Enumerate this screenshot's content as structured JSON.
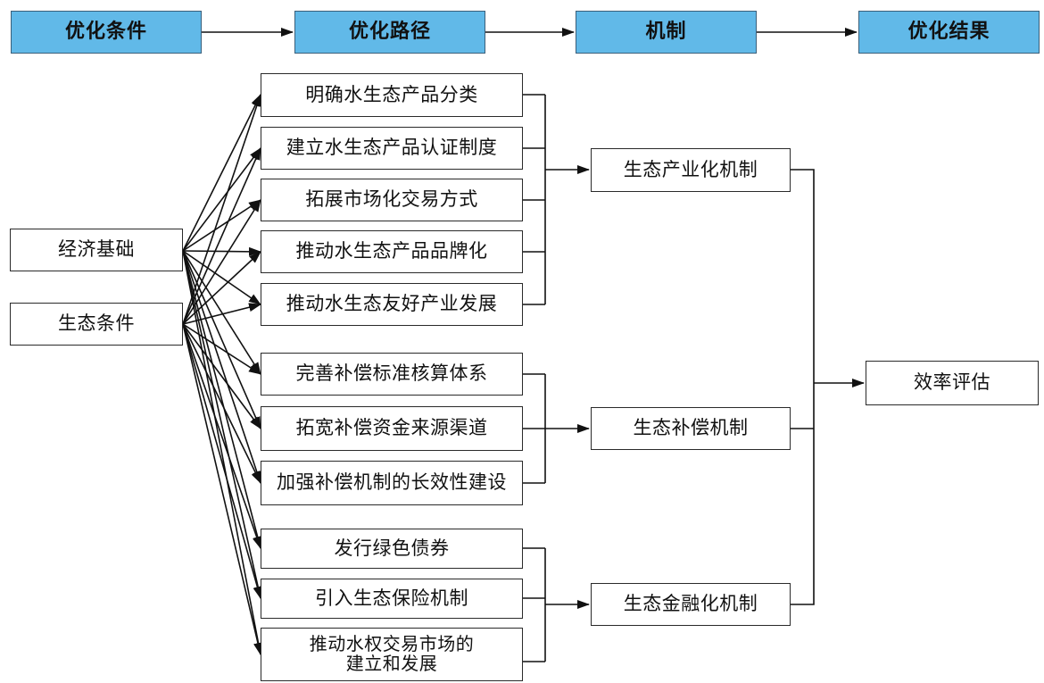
{
  "stages": [
    {
      "label": "优化条件"
    },
    {
      "label": "优化路径"
    },
    {
      "label": "机制"
    },
    {
      "label": "优化结果"
    }
  ],
  "conditions": [
    {
      "label": "经济基础"
    },
    {
      "label": "生态条件"
    }
  ],
  "paths": [
    {
      "label": "明确水生态产品分类"
    },
    {
      "label": "建立水生态产品认证制度"
    },
    {
      "label": "拓展市场化交易方式"
    },
    {
      "label": "推动水生态产品品牌化"
    },
    {
      "label": "推动水生态友好产业发展"
    },
    {
      "label": "完善补偿标准核算体系"
    },
    {
      "label": "拓宽补偿资金来源渠道"
    },
    {
      "label": "加强补偿机制的长效性建设"
    },
    {
      "label": "发行绿色债券"
    },
    {
      "label": "引入生态保险机制"
    },
    {
      "line1": "推动水权交易市场的",
      "line2": "建立和发展"
    }
  ],
  "mechanisms": [
    {
      "label": "生态产业化机制"
    },
    {
      "label": "生态补偿机制"
    },
    {
      "label": "生态金融化机制"
    }
  ],
  "result": {
    "label": "效率评估"
  },
  "colors": {
    "stage_fill": "#61b9e8",
    "line": "#111111",
    "border": "#2a2a2a"
  }
}
